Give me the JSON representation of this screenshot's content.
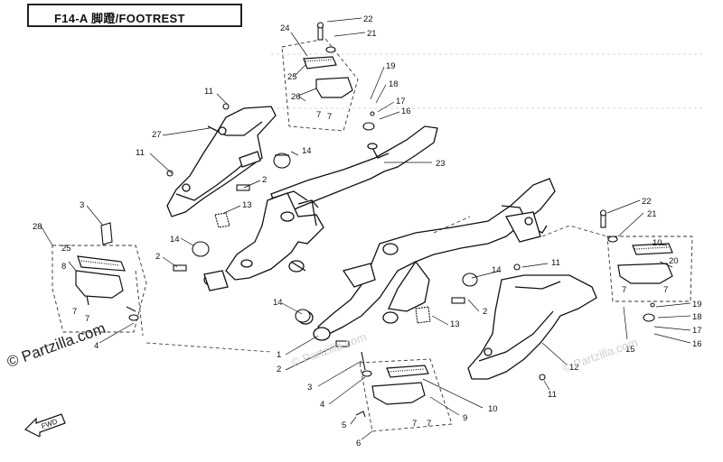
{
  "header": {
    "title": "F14-A  脚蹬/FOOTREST"
  },
  "watermarks": {
    "main": "© Partzilla.com",
    "faint": "© Partzilla.com"
  },
  "direction": {
    "label": "FWD"
  },
  "callouts": [
    {
      "id": "c22a",
      "label": "22"
    },
    {
      "id": "c21a",
      "label": "21"
    },
    {
      "id": "c24",
      "label": "24"
    },
    {
      "id": "c25a",
      "label": "25"
    },
    {
      "id": "c26",
      "label": "26"
    },
    {
      "id": "c7a",
      "label": "7"
    },
    {
      "id": "c7b",
      "label": "7"
    },
    {
      "id": "c19a",
      "label": "19"
    },
    {
      "id": "c18a",
      "label": "18"
    },
    {
      "id": "c17a",
      "label": "17"
    },
    {
      "id": "c16a",
      "label": "16"
    },
    {
      "id": "c11a",
      "label": "11"
    },
    {
      "id": "c27",
      "label": "27"
    },
    {
      "id": "c11b",
      "label": "11"
    },
    {
      "id": "c14a",
      "label": "14"
    },
    {
      "id": "c23",
      "label": "23"
    },
    {
      "id": "c2a",
      "label": "2"
    },
    {
      "id": "c13a",
      "label": "13"
    },
    {
      "id": "c3a",
      "label": "3"
    },
    {
      "id": "c28",
      "label": "28"
    },
    {
      "id": "c14b",
      "label": "14"
    },
    {
      "id": "c25b",
      "label": "25"
    },
    {
      "id": "c2b",
      "label": "2"
    },
    {
      "id": "c8",
      "label": "8"
    },
    {
      "id": "c7c",
      "label": "7"
    },
    {
      "id": "c7d",
      "label": "7"
    },
    {
      "id": "c4a",
      "label": "4"
    },
    {
      "id": "c22b",
      "label": "22"
    },
    {
      "id": "c21b",
      "label": "21"
    },
    {
      "id": "c10a",
      "label": "10"
    },
    {
      "id": "c20",
      "label": "20"
    },
    {
      "id": "c7e",
      "label": "7"
    },
    {
      "id": "c7f",
      "label": "7"
    },
    {
      "id": "c19b",
      "label": "19"
    },
    {
      "id": "c18b",
      "label": "18"
    },
    {
      "id": "c17b",
      "label": "17"
    },
    {
      "id": "c15",
      "label": "15"
    },
    {
      "id": "c16b",
      "label": "16"
    },
    {
      "id": "c11c",
      "label": "11"
    },
    {
      "id": "c14c",
      "label": "14"
    },
    {
      "id": "c2c",
      "label": "2"
    },
    {
      "id": "c14d",
      "label": "14"
    },
    {
      "id": "c13b",
      "label": "13"
    },
    {
      "id": "c12",
      "label": "12"
    },
    {
      "id": "c1",
      "label": "1"
    },
    {
      "id": "c2d",
      "label": "2"
    },
    {
      "id": "c3b",
      "label": "3"
    },
    {
      "id": "c11d",
      "label": "11"
    },
    {
      "id": "c4b",
      "label": "4"
    },
    {
      "id": "c10b",
      "label": "10"
    },
    {
      "id": "c5",
      "label": "5"
    },
    {
      "id": "c7g",
      "label": "7"
    },
    {
      "id": "c7h",
      "label": "7"
    },
    {
      "id": "c9",
      "label": "9"
    },
    {
      "id": "c6",
      "label": "6"
    }
  ]
}
